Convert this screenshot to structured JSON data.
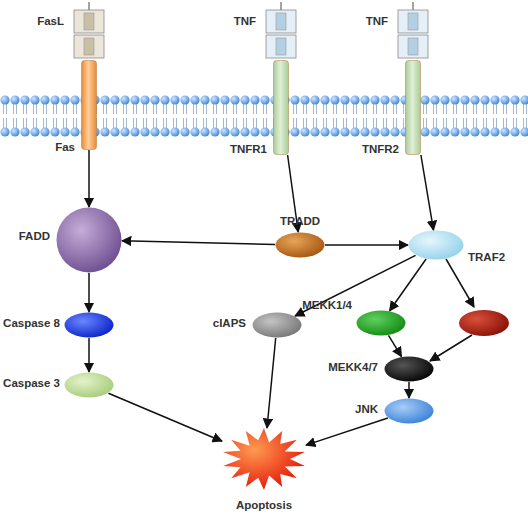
{
  "diagram": {
    "nodes": [
      {
        "text": [
          "FasL"
        ]
      },
      {
        "text": [
          "TNF"
        ]
      },
      {
        "text": [
          "TNF"
        ]
      },
      {
        "text": [
          "Fas"
        ]
      },
      {
        "text": [
          "TNFR1"
        ]
      },
      {
        "text": [
          "TNFR2"
        ]
      },
      {
        "text": [
          "FADD"
        ]
      },
      {
        "text": [
          "TRADD"
        ]
      },
      {
        "text": [
          "TRAF2"
        ]
      },
      {
        "text": [
          "Caspase 8"
        ]
      },
      {
        "text": [
          "cIAPS"
        ]
      },
      {
        "text": [
          "MEKK1/4"
        ]
      },
      {
        "text": [
          "MEKK4/7"
        ]
      },
      {
        "text": [
          "Caspase 3"
        ]
      },
      {
        "text": [
          "JNK"
        ]
      },
      {
        "text": [
          "Apoptosis"
        ]
      }
    ],
    "edges": [
      {
        "from": 3,
        "to": 6,
        "arrow": "to"
      },
      {
        "from": 4,
        "to": 7,
        "arrow": "to"
      },
      {
        "from": 5,
        "to": 8,
        "arrow": "to"
      },
      {
        "from": 7,
        "to": 6,
        "arrow": "to"
      },
      {
        "from": 7,
        "to": 8,
        "arrow": "to"
      },
      {
        "from": 6,
        "to": 9,
        "arrow": "to"
      },
      {
        "from": 9,
        "to": 13,
        "arrow": "to"
      },
      {
        "from": 8,
        "to": 10,
        "arrow": "to"
      },
      {
        "from": 8,
        "to": 11,
        "arrow": "to"
      },
      {
        "from": 11,
        "to": 12,
        "arrow": "to"
      },
      {
        "from": 12,
        "to": 14,
        "arrow": "to"
      },
      {
        "from": 13,
        "to": 15,
        "arrow": "to"
      },
      {
        "from": 10,
        "to": 15,
        "arrow": "to"
      },
      {
        "from": 14,
        "to": 15,
        "arrow": "to"
      }
    ]
  }
}
